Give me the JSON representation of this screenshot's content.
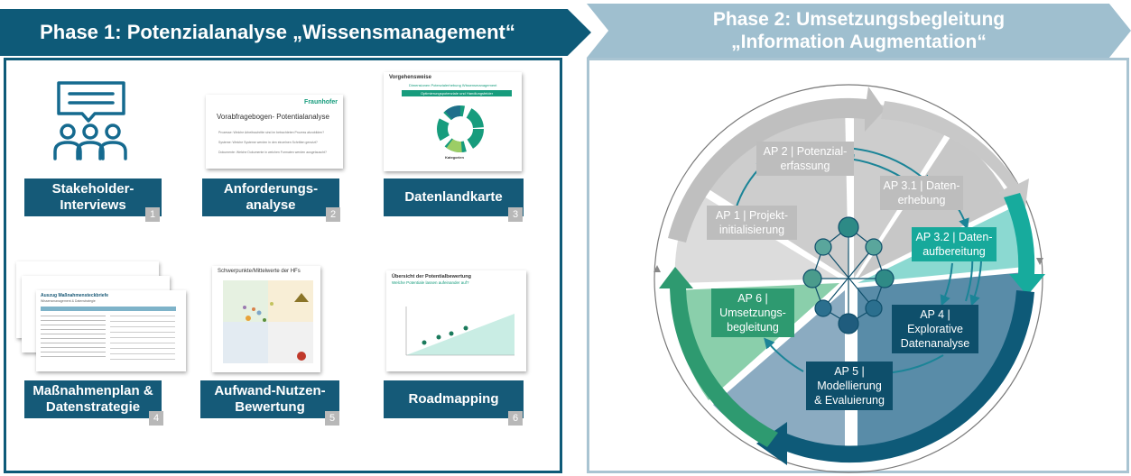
{
  "phase1": {
    "title": "Phase 1: Potenzialanalyse „Wissensmanagement“",
    "items": [
      {
        "label": "Stakeholder-Interviews",
        "num": "1"
      },
      {
        "label": "Anforderungs-analyse",
        "num": "2"
      },
      {
        "label": "Datenlandkarte",
        "num": "3"
      },
      {
        "label": "Maßnahmenplan & Datenstrategie",
        "num": "4"
      },
      {
        "label": "Aufwand-Nutzen-Bewertung",
        "num": "5"
      },
      {
        "label": "Roadmapping",
        "num": "6"
      }
    ],
    "thumb2": {
      "title": "Vorabfragebogen- Potentialanalyse",
      "logo": "Fraunhofer",
      "bullets": [
        "Prozesse: Welche Arbeitsschritte sind im betrachteten Prozess ab­zubilden?",
        "Systeme: Welche Systeme werden in den einzelnen Schritten genutzt?",
        "Dokumente: Welche Dokumente in welchen Formaten werden ausgetauscht?"
      ]
    },
    "thumb3": {
      "title": "Vorgehensweise",
      "subtitle": "Dimensionen Potenzialerhebung Wissensmanagement",
      "bar": "Optimierungspotenziale und Handlungsfelder",
      "footer": "Kategorien"
    },
    "thumb4": {
      "title": "Auszug Maßnahmensteckbriefe",
      "subtitle": "Wissensmanagement & Datenstrategie"
    },
    "thumb5": {
      "title": "Schwerpunkte/Mittelwerte der HFs"
    },
    "thumb6": {
      "title": "Übersicht der Potentialbewertung",
      "subtitle": "Welche Potentiale lassen aufeinander auf?"
    }
  },
  "phase2": {
    "title_line1": "Phase 2: Umsetzungsbegleitung",
    "title_line2": "„Information Augmentation“",
    "aps": [
      {
        "id": "ap2",
        "line1": "AP 2 | Potenzial-",
        "line2": "erfassung"
      },
      {
        "id": "ap31",
        "line1": "AP 3.1 | Daten-",
        "line2": "erhebung"
      },
      {
        "id": "ap32",
        "line1": "AP 3.2 | Daten-",
        "line2": "aufbereitung"
      },
      {
        "id": "ap1",
        "line1": "AP 1 | Projekt-",
        "line2": "initialisierung"
      },
      {
        "id": "ap4",
        "line1": "AP 4 |",
        "line2": "Explorative",
        "line3": "Datenanalyse"
      },
      {
        "id": "ap5",
        "line1": "AP 5 |",
        "line2": "Modellierung",
        "line3": "& Evaluierung"
      },
      {
        "id": "ap6",
        "line1": "AP 6 |",
        "line2": "Umsetzungs-",
        "line3": "begleitung"
      }
    ]
  },
  "colors": {
    "navy": "#0e5a78",
    "teal": "#16a79b",
    "gray": "#c9c9c9",
    "steel": "#5d8aa6",
    "green": "#2e9a70",
    "light_banner": "#9fbfcf"
  }
}
